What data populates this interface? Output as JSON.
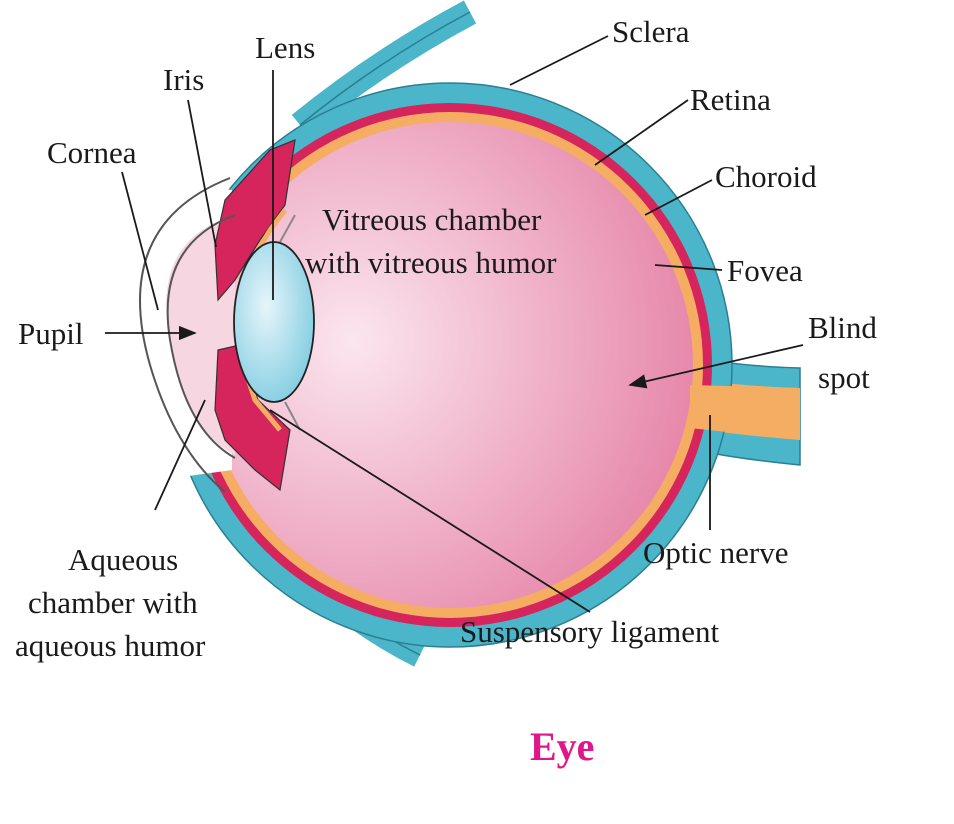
{
  "title": "Eye",
  "labels": {
    "lens": "Lens",
    "iris": "Iris",
    "cornea": "Cornea",
    "pupil": "Pupil",
    "sclera": "Sclera",
    "retina": "Retina",
    "choroid": "Choroid",
    "fovea": "Fovea",
    "blind_spot_1": "Blind",
    "blind_spot_2": "spot",
    "vitreous_1": "Vitreous chamber",
    "vitreous_2": "with vitreous humor",
    "aqueous_1": "Aqueous",
    "aqueous_2": "chamber with",
    "aqueous_3": "aqueous humor",
    "suspensory": "Suspensory ligament",
    "optic_nerve": "Optic nerve"
  },
  "colors": {
    "sclera": "#4bb5c9",
    "retina": "#d6245c",
    "choroid": "#f4ad62",
    "vitreous": "#efa9c3",
    "lens": "#bfe3ee",
    "title": "#e0178a"
  }
}
